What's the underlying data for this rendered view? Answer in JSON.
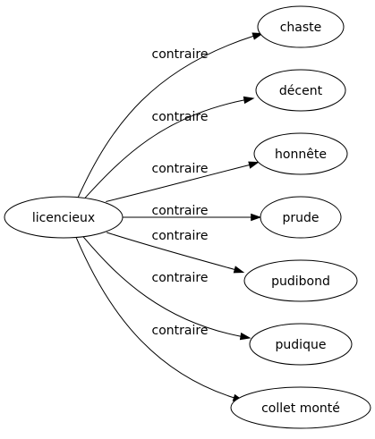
{
  "graph": {
    "source": {
      "label": "licencieux"
    },
    "edge_label": "contraire",
    "targets": [
      {
        "label": "chaste"
      },
      {
        "label": "décent"
      },
      {
        "label": "honnête"
      },
      {
        "label": "prude"
      },
      {
        "label": "pudibond"
      },
      {
        "label": "pudique"
      },
      {
        "label": "collet monté"
      }
    ]
  }
}
